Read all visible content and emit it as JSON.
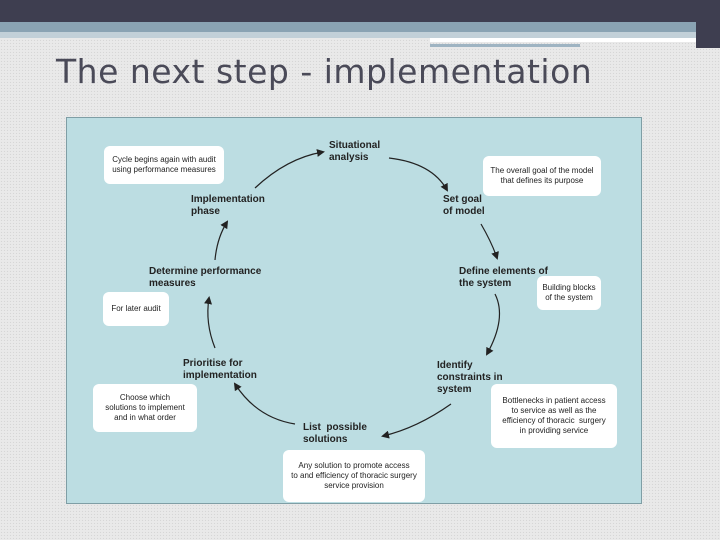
{
  "slide": {
    "title": "The next step - implementation"
  },
  "diagram": {
    "steps": [
      {
        "id": "situational-analysis",
        "label": "Situational\nanalysis"
      },
      {
        "id": "set-goal",
        "label": "Set goal\nof model"
      },
      {
        "id": "define-elements",
        "label": "Define elements of\nthe system"
      },
      {
        "id": "identify-constraints",
        "label": "Identify\nconstraints in\nsystem"
      },
      {
        "id": "list-solutions",
        "label": "List  possible\nsolutions"
      },
      {
        "id": "prioritise",
        "label": "Prioritise for\nimplementation"
      },
      {
        "id": "determine-measures",
        "label": "Determine performance\nmeasures"
      },
      {
        "id": "implementation-phase",
        "label": "Implementation\nphase"
      }
    ],
    "notes": [
      {
        "id": "cycle",
        "text": "Cycle begins again with audit\nusing performance measures"
      },
      {
        "id": "overall-goal",
        "text": "The overall goal of the model\nthat defines its purpose"
      },
      {
        "id": "building-blocks",
        "text": "Building blocks\nof the system"
      },
      {
        "id": "bottlenecks",
        "text": "Bottlenecks in patient access\nto service as well as the\nefficiency of thoracic  surgery\nin providing service"
      },
      {
        "id": "any-solution",
        "text": "Any solution to promote access\nto and efficiency of thoracic surgery\nservice provision"
      },
      {
        "id": "choose-which",
        "text": "Choose which\nsolutions to implement\nand in what order"
      },
      {
        "id": "later-audit",
        "text": "For later audit"
      }
    ]
  }
}
